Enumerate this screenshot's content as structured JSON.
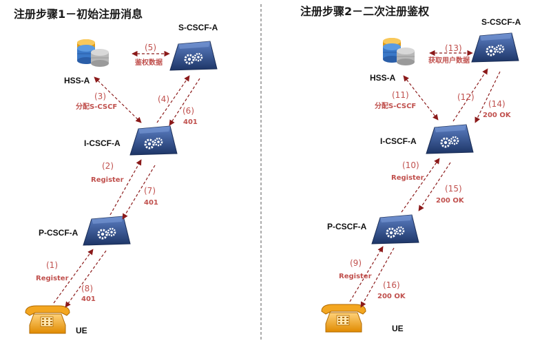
{
  "left": {
    "title": "注册步骤1－初始注册消息",
    "nodes": {
      "hss": "HSS-A",
      "scscf": "S-CSCF-A",
      "icscf": "I-CSCF-A",
      "pcscf": "P-CSCF-A",
      "ue": "UE"
    },
    "steps": [
      {
        "num": "(1)",
        "label": "Register"
      },
      {
        "num": "(2)",
        "label": "Register"
      },
      {
        "num": "(3)",
        "label": "分配S-CSCF"
      },
      {
        "num": "(4)",
        "label": ""
      },
      {
        "num": "(5)",
        "label": "鉴权数据"
      },
      {
        "num": "(6)",
        "label": "401"
      },
      {
        "num": "(7)",
        "label": "401"
      },
      {
        "num": "(8)",
        "label": "401"
      }
    ]
  },
  "right": {
    "title": "注册步骤2－二次注册鉴权",
    "nodes": {
      "hss": "HSS-A",
      "scscf": "S-CSCF-A",
      "icscf": "I-CSCF-A",
      "pcscf": "P-CSCF-A",
      "ue": "UE"
    },
    "steps": [
      {
        "num": "(9)",
        "label": "Register"
      },
      {
        "num": "(10)",
        "label": "Register"
      },
      {
        "num": "(11)",
        "label": "分配S-CSCF"
      },
      {
        "num": "(12)",
        "label": ""
      },
      {
        "num": "(13)",
        "label": "获取用户数据"
      },
      {
        "num": "(14)",
        "label": "200 OK"
      },
      {
        "num": "(15)",
        "label": "200 OK"
      },
      {
        "num": "(16)",
        "label": "200 OK"
      }
    ]
  },
  "colors": {
    "arrow": "#8b1a1a",
    "step_text": "#c0504d",
    "node_fill": "#2e4a80",
    "divider": "#555555"
  }
}
